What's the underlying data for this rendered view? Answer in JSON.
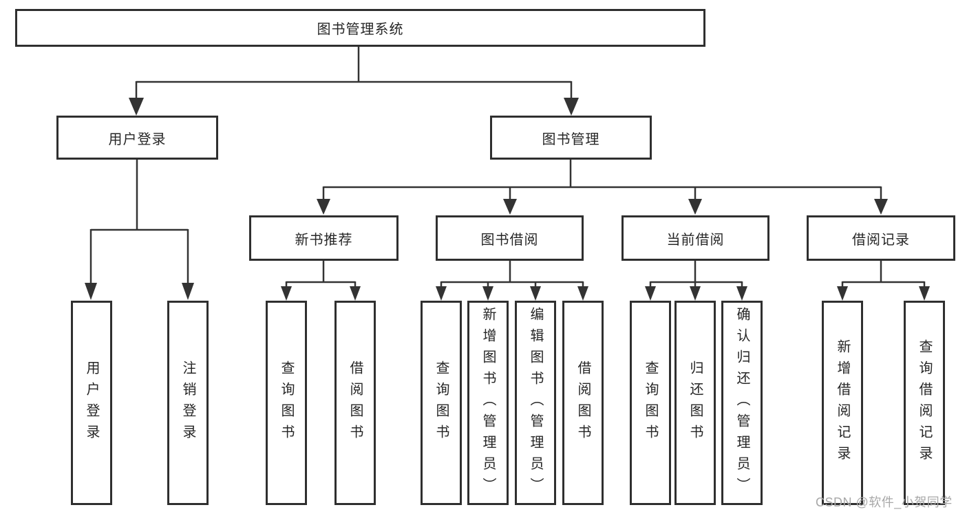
{
  "nodes": {
    "root": "图书管理系统",
    "user_login_group": "用户登录",
    "book_mgmt_group": "图书管理",
    "new_book_rec": "新书推荐",
    "book_borrow": "图书借阅",
    "current_borrow": "当前借阅",
    "borrow_records": "借阅记录",
    "leaf_user_login": "用户登录",
    "leaf_logout": "注销登录",
    "leaf_nbr_query_books": "查询图书",
    "leaf_nbr_borrow_books": "借阅图书",
    "leaf_bb_query_books": "查询图书",
    "leaf_bb_add_books": "新增图书（管理员）",
    "leaf_bb_edit_books": "编辑图书（管理员）",
    "leaf_bb_borrow_books": "借阅图书",
    "leaf_cb_query_books": "查询图书",
    "leaf_cb_return_books": "归还图书",
    "leaf_cb_confirm_return": "确认归还（管理员）",
    "leaf_br_add_record": "新增借阅记录",
    "leaf_br_query_record": "查询借阅记录"
  },
  "watermark": "CSDN @软件_小贺同学",
  "colors": {
    "line": "#333333",
    "box_border": "#2f2f2f",
    "text": "#262626",
    "background": "#ffffff",
    "watermark": "#a8a8a8"
  }
}
